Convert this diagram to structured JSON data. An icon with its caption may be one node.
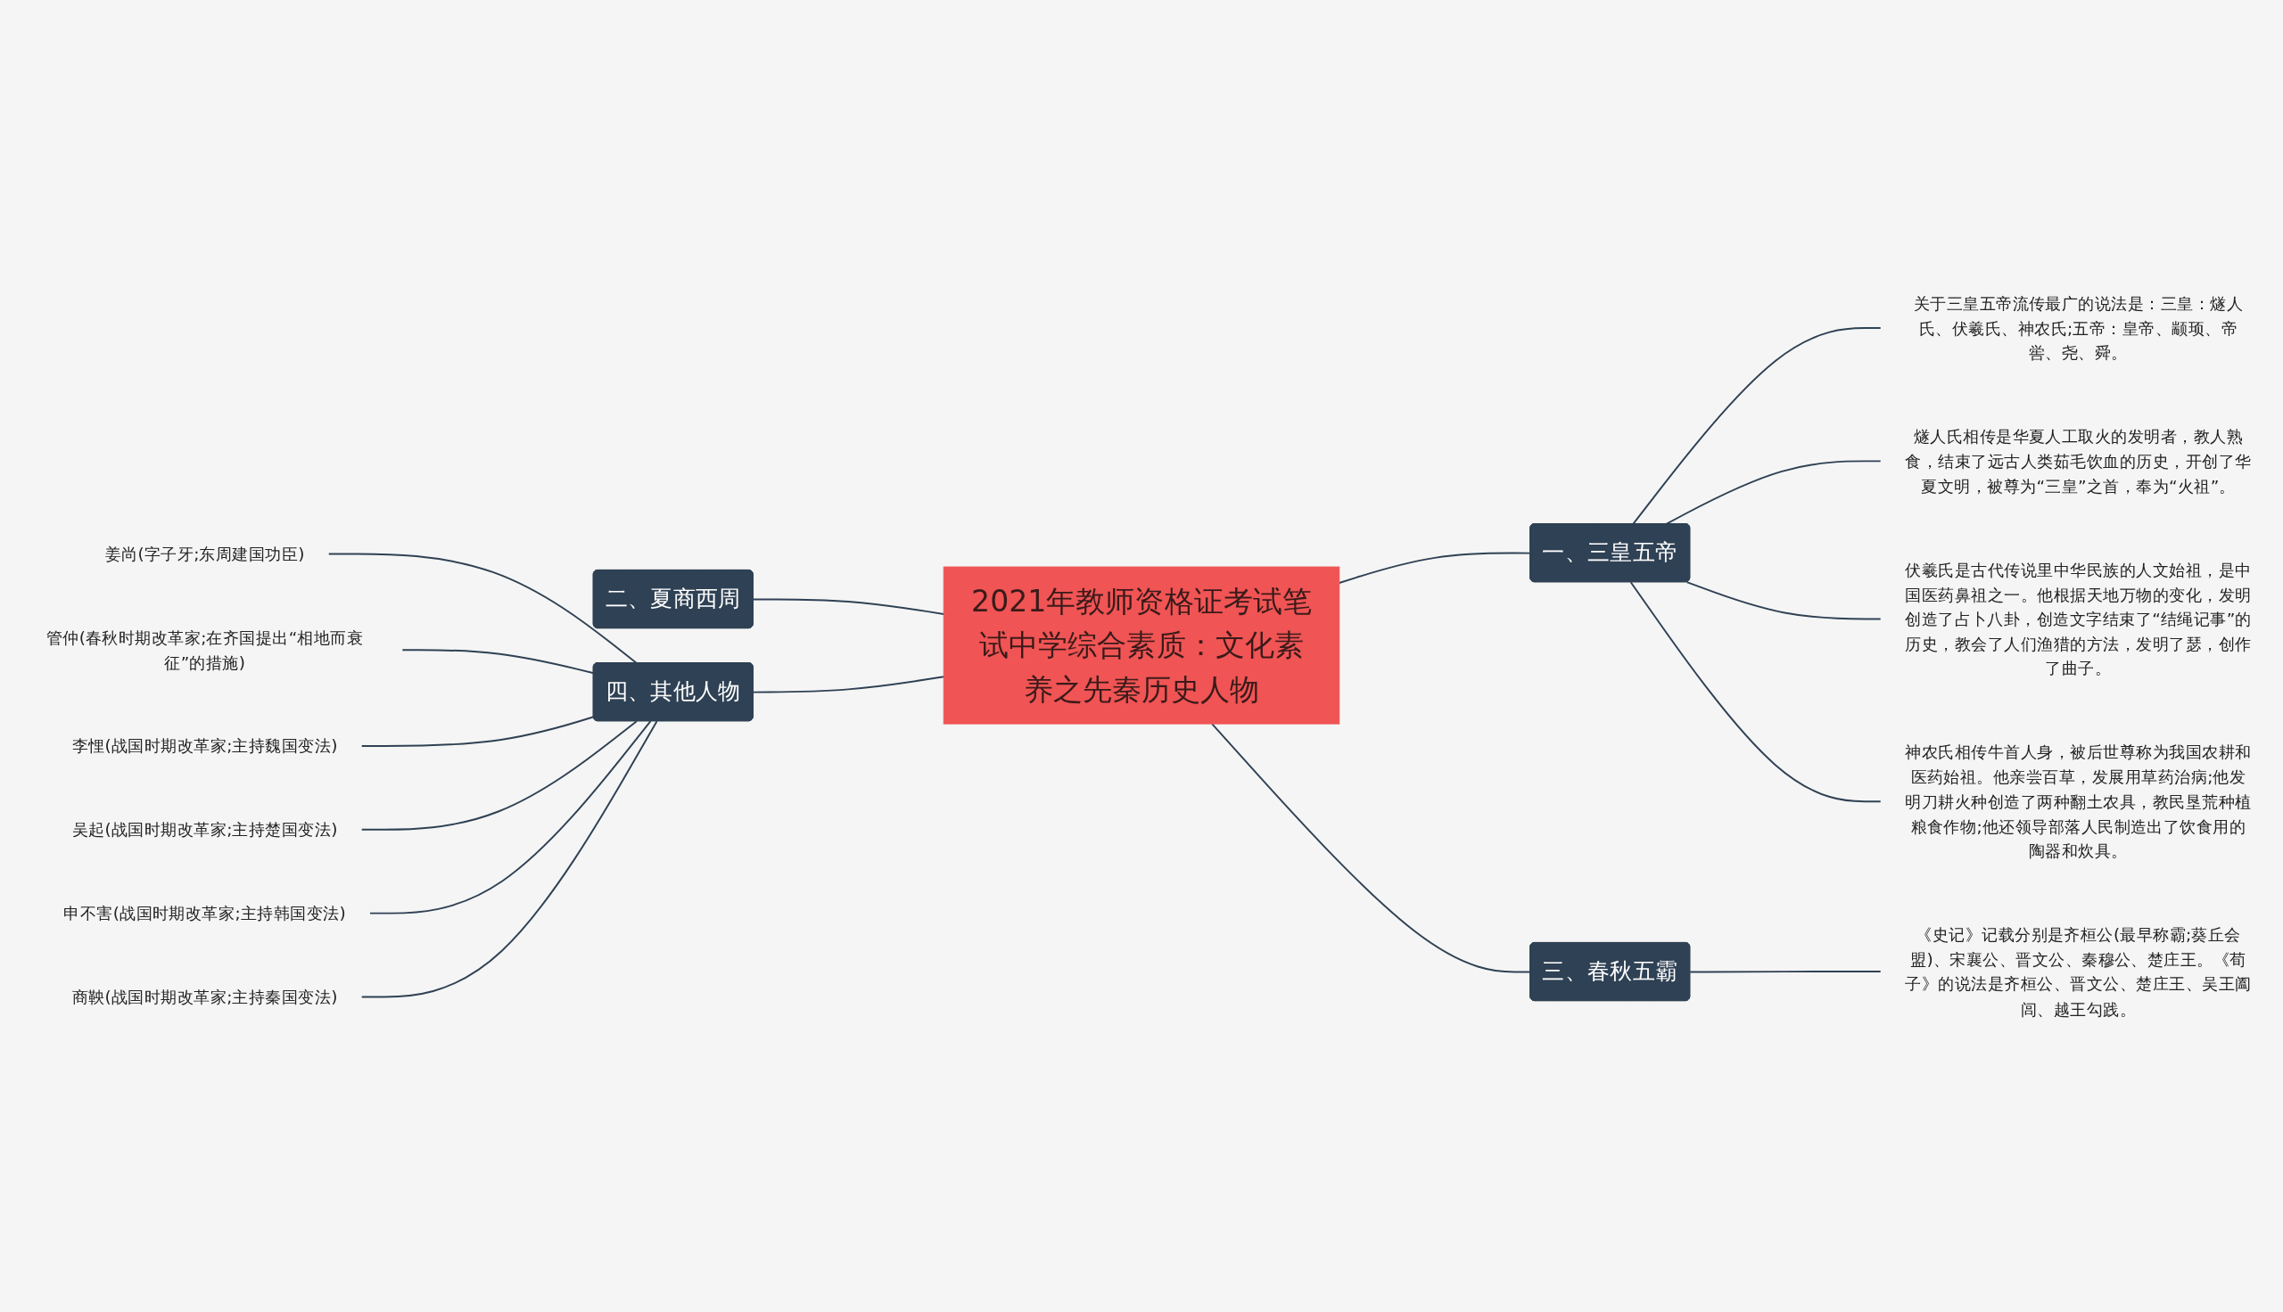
{
  "diagram": {
    "nodes": [
      {
        "text": [
          "2021年教师资格证考试笔试中学综合素质：文化素养之先秦历史人物"
        ]
      },
      {
        "text": [
          "一、三皇五帝"
        ]
      },
      {
        "text": [
          "关于三皇五帝流传最广的说法是：三皇：燧人氏、伏羲氏、神农氏;五帝：皇帝、颛顼、帝喾、尧、舜。"
        ]
      },
      {
        "text": [
          "燧人氏相传是华夏人工取火的发明者，教人熟食，结束了远古人类茹毛饮血的历史，开创了华夏文明，被尊为“三皇”之首，奉为“火祖”。"
        ]
      },
      {
        "text": [
          "伏羲氏是古代传说里中华民族的人文始祖，是中国医药鼻祖之一。他根据天地万物的变化，发明创造了占卜八卦，创造文字结束了“结绳记事”的历史，教会了人们渔猎的方法，发明了瑟，创作了曲子。"
        ]
      },
      {
        "text": [
          "神农氏相传牛首人身，被后世尊称为我国农耕和医药始祖。他亲尝百草，发展用草药治病;他发明刀耕火种创造了两种翻土农具，教民垦荒种植粮食作物;他还领导部落人民制造出了饮食用的陶器和炊具。"
        ]
      },
      {
        "text": [
          "三、春秋五霸"
        ]
      },
      {
        "text": [
          "《史记》记载分别是齐桓公(最早称霸;葵丘会盟)、宋襄公、晋文公、秦穆公、楚庄王。《荀子》的说法是齐桓公、晋文公、楚庄王、吴王阖闾、越王勾践。"
        ]
      },
      {
        "text": [
          "二、夏商西周"
        ]
      },
      {
        "text": [
          "四、其他人物"
        ]
      },
      {
        "text": [
          "姜尚(字子牙;东周建国功臣)"
        ]
      },
      {
        "text": [
          "管仲(春秋时期改革家;在齐国提出“相地而衰征”的措施)"
        ]
      },
      {
        "text": [
          "李悝(战国时期改革家;主持魏国变法)"
        ]
      },
      {
        "text": [
          "吴起(战国时期改革家;主持楚国变法)"
        ]
      },
      {
        "text": [
          "申不害(战国时期改革家;主持韩国变法)"
        ]
      },
      {
        "text": [
          "商鞅(战国时期改革家;主持秦国变法)"
        ]
      }
    ],
    "edges": [
      {
        "from": 0,
        "to": 1,
        "arrow": "none"
      },
      {
        "from": 1,
        "to": 2,
        "arrow": "none"
      },
      {
        "from": 1,
        "to": 3,
        "arrow": "none"
      },
      {
        "from": 1,
        "to": 4,
        "arrow": "none"
      },
      {
        "from": 1,
        "to": 5,
        "arrow": "none"
      },
      {
        "from": 0,
        "to": 6,
        "arrow": "none"
      },
      {
        "from": 6,
        "to": 7,
        "arrow": "none"
      },
      {
        "from": 0,
        "to": 8,
        "arrow": "none"
      },
      {
        "from": 0,
        "to": 9,
        "arrow": "none"
      },
      {
        "from": 9,
        "to": 10,
        "arrow": "none"
      },
      {
        "from": 9,
        "to": 11,
        "arrow": "none"
      },
      {
        "from": 9,
        "to": 12,
        "arrow": "none"
      },
      {
        "from": 9,
        "to": 13,
        "arrow": "none"
      },
      {
        "from": 9,
        "to": 14,
        "arrow": "none"
      },
      {
        "from": 9,
        "to": 15,
        "arrow": "none"
      }
    ]
  }
}
